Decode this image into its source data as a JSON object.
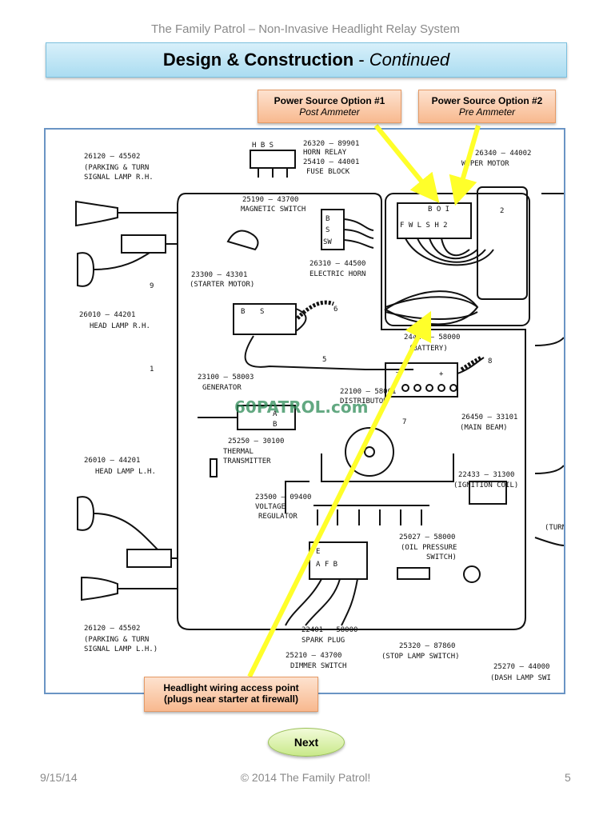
{
  "header": {
    "text": "The Family Patrol – Non-Invasive Headlight Relay System"
  },
  "title": {
    "bold": "Design & Construction",
    "separator": " - ",
    "italic": "Continued"
  },
  "callouts": {
    "option1": {
      "line1": "Power Source Option #1",
      "line2": "Post Ammeter"
    },
    "option2": {
      "line1": "Power Source Option #2",
      "line2": "Pre Ammeter"
    },
    "access": {
      "line1": "Headlight wiring access point",
      "line2": "(plugs near starter at firewall)"
    }
  },
  "diagram": {
    "watermark": "60PATROL.com",
    "labels": {
      "park_turn_rh_num": "26120 — 45502",
      "park_turn_rh_1": "(PARKING & TURN",
      "park_turn_rh_2": "SIGNAL LAMP R.H.",
      "horn_relay_num": "26320 — 89901",
      "horn_relay": "HORN RELAY",
      "fuse_block_num": "25410 — 44001",
      "fuse_block": "FUSE BLOCK",
      "wiper_num": "26340 — 44002",
      "wiper": "WIPER MOTOR",
      "mag_switch_num": "25190 — 43700",
      "mag_switch": "MAGNETIC SWITCH",
      "elec_horn_num": "26310 — 44500",
      "elec_horn": "ELECTRIC HORN",
      "starter_num": "23300 — 43301",
      "starter": "(STARTER MOTOR)",
      "head_rh_num": "26010 — 44201",
      "head_rh": "HEAD LAMP R.H.",
      "battery_num": "24410 — 58000",
      "battery": "(BATTERY)",
      "generator_num": "23100 — 58003",
      "generator": "GENERATOR",
      "distributor_num": "22100 — 58001",
      "distributor": "DISTRIBUTOR",
      "main_beam_num": "26450 — 33101",
      "main_beam": "(MAIN BEAM)",
      "thermal_num": "25250 — 30100",
      "thermal_1": "THERMAL",
      "thermal_2": "TRANSMITTER",
      "head_lh_num": "26010 — 44201",
      "head_lh": "HEAD LAMP L.H.",
      "ignition_num": "22433 — 31300",
      "ignition": "(IGNITION COIL)",
      "regulator_num": "23500 — 09400",
      "regulator_1": "VOLTAGE",
      "regulator_2": "REGULATOR",
      "oil_num": "25027 — 58000",
      "oil_1": "(OIL PRESSURE",
      "oil_2": "SWITCH)",
      "turn": "(TURN",
      "spark_num": "22401 — 58000",
      "spark": "SPARK PLUG",
      "stop_num": "25320 — 87860",
      "stop": "(STOP LAMP SWITCH)",
      "dimmer_num": "25210 — 43700",
      "dimmer": "DIMMER SWITCH",
      "dash_num": "25270 — 44000",
      "dash": "(DASH LAMP SWI",
      "park_turn_lh_num": "26120 — 45502",
      "park_turn_lh_1": "(PARKING & TURN",
      "park_turn_lh_2": "SIGNAL LAMP L.H.)",
      "ref1": "1",
      "ref2": "2",
      "ref5": "5",
      "ref6": "6",
      "ref7": "7",
      "ref8": "8",
      "ref9": "9",
      "fuse_letters": "F W L S H 2",
      "fuse_top": "B O I",
      "relay_letters": "H B S",
      "mag_b": "B",
      "mag_s": "S",
      "mag_sw": "SW",
      "starter_b": "B",
      "starter_s": "S",
      "gen_a": "A",
      "gen_b": "B",
      "dim_e": "E",
      "dim_letters": "A F B",
      "batt_minus": "—",
      "batt_plus": "+"
    }
  },
  "next_button": {
    "label": "Next"
  },
  "footer": {
    "date": "9/15/14",
    "copyright": "© 2014 The Family Patrol!",
    "page": "5"
  },
  "colors": {
    "arrow": "#ffff2a",
    "title_bar": "#bfe6f6",
    "callout": "#fbcca8",
    "next": "#d9f1a8",
    "frame": "#6a94c4"
  }
}
